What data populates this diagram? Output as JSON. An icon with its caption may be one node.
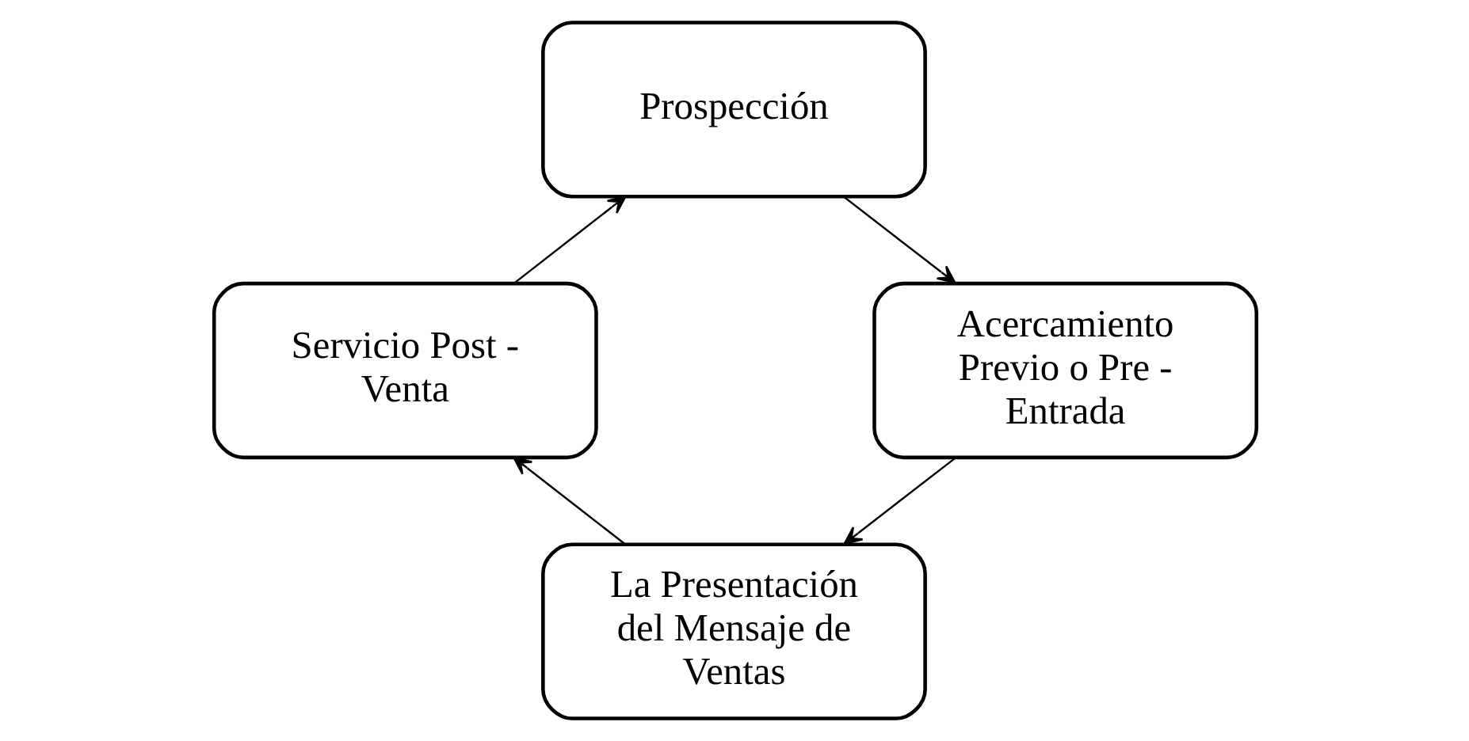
{
  "diagram": {
    "nodes": [
      {
        "text": [
          "Prospección"
        ]
      },
      {
        "text": [
          "Acercamiento Previo o Pre - Entrada"
        ]
      },
      {
        "text": [
          "La Presentación del Mensaje de Ventas"
        ]
      },
      {
        "text": [
          "Servicio Post - Venta"
        ]
      }
    ],
    "edges": [
      {
        "from": 0,
        "to": 1,
        "arrow": "to"
      },
      {
        "from": 1,
        "to": 2,
        "arrow": "to"
      },
      {
        "from": 2,
        "to": 3,
        "arrow": "to"
      },
      {
        "from": 3,
        "to": 0,
        "arrow": "to"
      }
    ]
  }
}
